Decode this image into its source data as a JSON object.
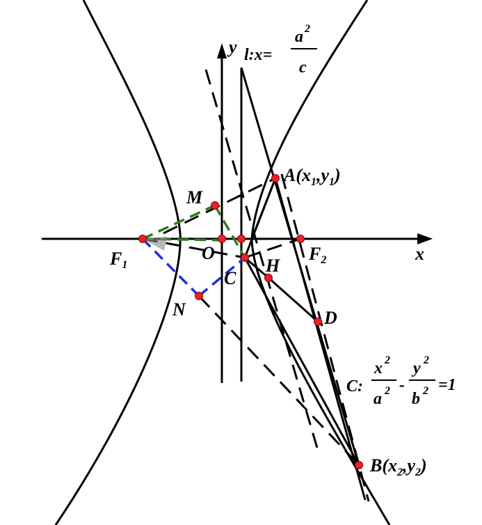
{
  "labels": {
    "y": "y",
    "x": "x",
    "O": "O",
    "M": "M",
    "N": "N",
    "C": "C",
    "H": "H",
    "D": "D",
    "F": "F",
    "one": "1",
    "two": "2",
    "l_prefix": "l:x=",
    "frac_a": "a",
    "frac_c": "c",
    "sq": "2",
    "A_pre": "A(x",
    "A_mid": ",y",
    "A_post": ")",
    "B_pre": "B(x",
    "B_mid": ",y",
    "B_post": ")",
    "curve_prefix": "C:",
    "curve_x": "x",
    "curve_a": "a",
    "curve_minus": "-",
    "curve_y": "y",
    "curve_b": "b",
    "curve_eq": "=1"
  },
  "colors": {
    "point": "#e8202a",
    "green_dash": "#2e7d1a",
    "blue_dash": "#1f2fd6",
    "ink": "#000000"
  }
}
